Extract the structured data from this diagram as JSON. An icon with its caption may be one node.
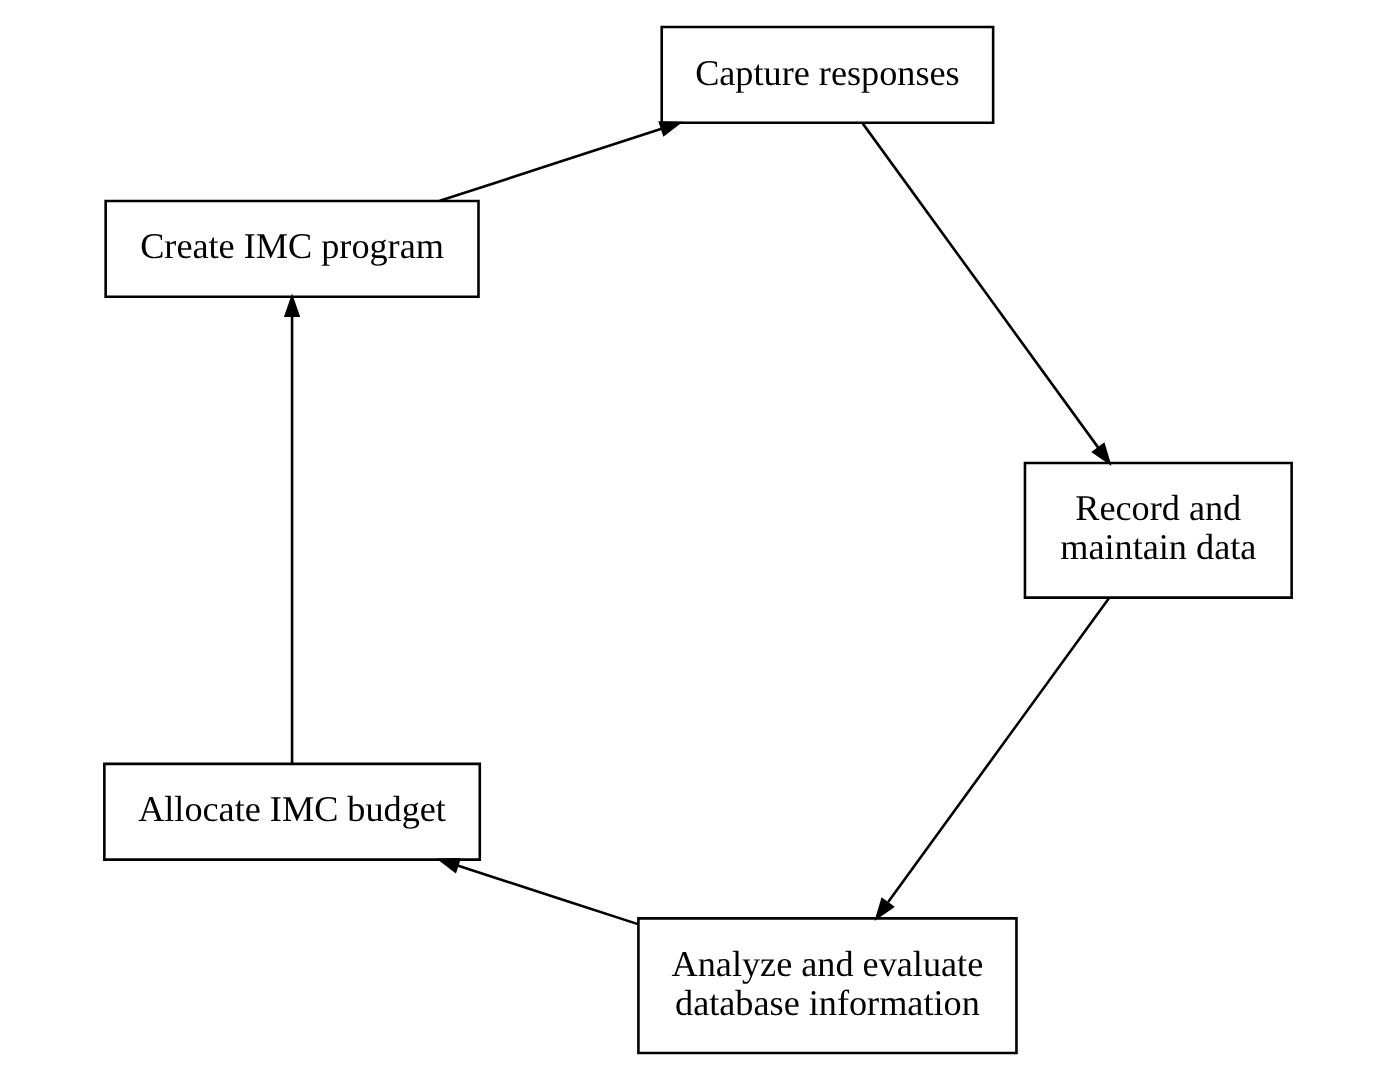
{
  "diagram": {
    "nodes": [
      {
        "text": [
          "Analyze and evaluate database information"
        ]
      },
      {
        "text": [
          "Allocate IMC budget"
        ]
      },
      {
        "text": [
          "Create IMC program"
        ]
      },
      {
        "text": [
          "Capture responses"
        ]
      },
      {
        "text": [
          "Record and maintain data"
        ]
      }
    ],
    "edges": [
      {
        "from": 0,
        "to": 1,
        "arrow": "to"
      },
      {
        "from": 1,
        "to": 2,
        "arrow": "to"
      },
      {
        "from": 2,
        "to": 3,
        "arrow": "to"
      },
      {
        "from": 3,
        "to": 4,
        "arrow": "to"
      },
      {
        "from": 4,
        "to": 0,
        "arrow": "to"
      }
    ]
  }
}
